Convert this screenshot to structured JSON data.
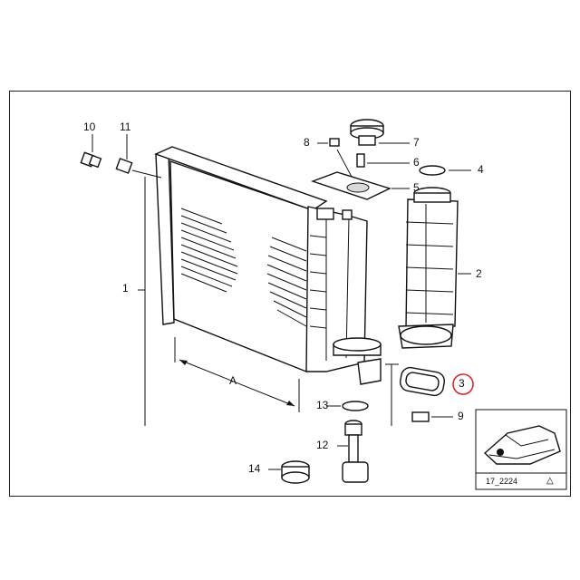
{
  "diagram": {
    "callouts": [
      {
        "id": "c1",
        "label": "1"
      },
      {
        "id": "c2",
        "label": "2"
      },
      {
        "id": "c3",
        "label": "3",
        "highlighted": true
      },
      {
        "id": "c4",
        "label": "4"
      },
      {
        "id": "c5",
        "label": "5"
      },
      {
        "id": "c6",
        "label": "6"
      },
      {
        "id": "c7",
        "label": "7"
      },
      {
        "id": "c8",
        "label": "8"
      },
      {
        "id": "c9",
        "label": "9"
      },
      {
        "id": "c10",
        "label": "10"
      },
      {
        "id": "c11",
        "label": "11"
      },
      {
        "id": "c12",
        "label": "12"
      },
      {
        "id": "c13",
        "label": "13"
      },
      {
        "id": "c14",
        "label": "14"
      }
    ],
    "dimension_label": "A",
    "reference_code": "17_2224",
    "highlight_color": "#d9262c"
  }
}
